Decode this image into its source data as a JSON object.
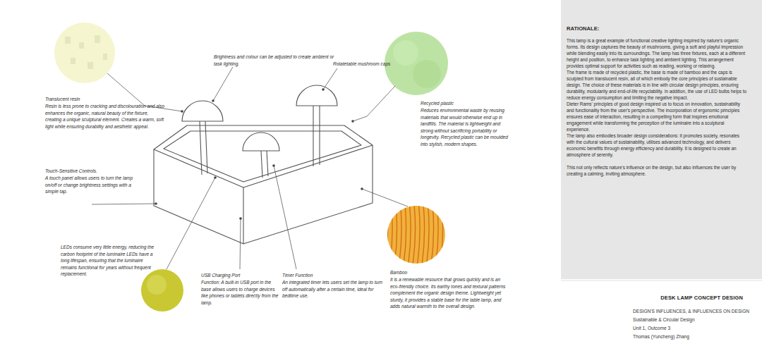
{
  "diagram": {
    "title": "DESK LAMP CONCEPT DESIGN",
    "nodes": [
      {
        "text": [
          "RATIONALE:",
          "This lamp is a great example of functional creative lighting inspired by nature's organic forms. Its design captures the beauty of mushrooms, giving a soft and playful impression while blending easily into its surroundings. The lamp has three fixtures, each at a different height and position, to enhance task lighting and ambient lighting. This arrangement provides optimal support for activities such as reading, working or relaxing.",
          "The frame is made of recycled plastic, the base is made of bamboo and the caps is sculpted from translucent resin, all of which embody the core principles of sustainable design. The choice of these materials is in line with circular design principles, ensuring durability, modularity and end-of-life recyclability. In addition, the use of LED bulbs helps to reduce energy consumption and limiting the negative impact.",
          "Dieter Rams' principles of good design inspired us to focus on innovation, sustainability and functionality from the user's perspective. The incorporation of ergonomic principles ensures ease of interaction, resulting in a compelling form that inspires emotional engagement while transforming the perception of the luminaire into a sculptural experience.",
          "The lamp also embodies broader design considerations: it promotes society, resonates with the cultural values of sustainability, utilises advanced technology, and delivers economic benefits through energy efficiency and durability. It is designed to create an atmosphere of serenity.",
          "This not only reflects nature's influence on the design, but also influences the user by creating a calming, inviting atmosphere."
        ]
      }
    ],
    "labels": [
      "Translucent resin",
      "Resin is less prone to cracking and discolouration and also enhances the organic, natural beauty of the fixture, creating a unique sculptural element. Creates a warm, soft light while ensuring durability and aesthetic appeal.",
      "Brightness and colour can be adjusted to create ambient or task lighting.",
      "Rotatetable mushroom caps",
      "Recycled plastic",
      "Reduces environmental waste by reusing materials that would otherwise end up in landfills. The material is lightweight and strong without sacrificing portability or longevity. Recycled plastic can be moulded into stylish, modern shapes.",
      "Touch-Sensitive Controls.",
      "A touch panel allows users to turn the lamp on/off or change brightness settings with a simple tap.",
      "LEDs consume very little energy, reducing the carbon footprint of the luminaire LEDs have a long lifespan, ensuring that the luminaire remains functional for years without frequent replacement.",
      "USB Charging Port",
      "Function: A built-in USB port in the base allows users to charge devices like phones or tablets directly from the lamp.",
      "Timer Function",
      "An integrated timer lets users set the lamp to turn off automatically after a certain time, ideal for bedtime use.",
      "Bamboo",
      "It is a renewable resource that grows quickly and is an eco-friendly choice. Its earthy tones and textural patterns complement the organic design theme. Lightweight yet sturdy, it provides a stable base for the table lamp, and adds natural warmth to the overall design.",
      "DESIGN'S INFLUENCES, & INFLUENCES ON DESIGN",
      "Sustainable & Circular Design",
      "Unit 1, Outcome 3",
      "Thomas (Yuncheng) Zhang"
    ]
  }
}
